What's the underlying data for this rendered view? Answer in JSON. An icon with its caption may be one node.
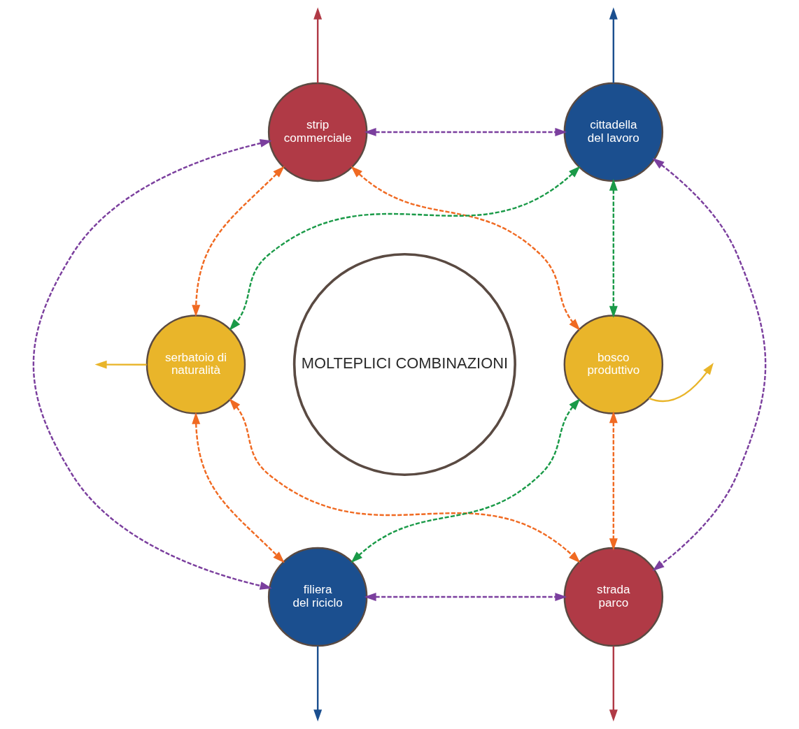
{
  "diagram": {
    "nodes": [
      {
        "text": [
          "strip commerciale"
        ]
      },
      {
        "text": [
          "cittadella del lavoro"
        ]
      },
      {
        "text": [
          "serbatoio di naturalità"
        ]
      },
      {
        "text": [
          "bosco produttivo"
        ]
      },
      {
        "text": [
          "filiera del riciclo"
        ]
      },
      {
        "text": [
          "strada parco"
        ]
      },
      {
        "text": [
          "MOLTEPLICI COMBINAZIONI"
        ]
      }
    ],
    "edges": [
      {
        "from": 0,
        "to": 1,
        "arrow": "both",
        "style": "dashed",
        "color": "#7b3f9e"
      },
      {
        "from": 0,
        "to": 4,
        "arrow": "both",
        "style": "dashed",
        "color": "#7b3f9e"
      },
      {
        "from": 1,
        "to": 5,
        "arrow": "both",
        "style": "dashed",
        "color": "#7b3f9e"
      },
      {
        "from": 4,
        "to": 5,
        "arrow": "both",
        "style": "dashed",
        "color": "#7b3f9e"
      },
      {
        "from": 0,
        "to": 2,
        "arrow": "both",
        "style": "dashed",
        "color": "#f06a22"
      },
      {
        "from": 0,
        "to": 3,
        "arrow": "both",
        "style": "dashed",
        "color": "#f06a22"
      },
      {
        "from": 2,
        "to": 4,
        "arrow": "both",
        "style": "dashed",
        "color": "#f06a22"
      },
      {
        "from": 2,
        "to": 5,
        "arrow": "both",
        "style": "dashed",
        "color": "#f06a22"
      },
      {
        "from": 3,
        "to": 5,
        "arrow": "both",
        "style": "dashed",
        "color": "#f06a22"
      },
      {
        "from": 1,
        "to": 2,
        "arrow": "both",
        "style": "dashed",
        "color": "#1a9a48"
      },
      {
        "from": 1,
        "to": 3,
        "arrow": "both",
        "style": "dashed",
        "color": "#1a9a48"
      },
      {
        "from": 3,
        "to": 4,
        "arrow": "both",
        "style": "dashed",
        "color": "#1a9a48"
      },
      {
        "from": 0,
        "to": null,
        "arrow": "to",
        "color": "#b03a46"
      },
      {
        "from": 1,
        "to": null,
        "arrow": "to",
        "color": "#1b4f8f"
      },
      {
        "from": 2,
        "to": null,
        "arrow": "to",
        "color": "#e9b52a"
      },
      {
        "from": 3,
        "to": null,
        "arrow": "to",
        "color": "#e9b52a"
      },
      {
        "from": 4,
        "to": null,
        "arrow": "to",
        "color": "#1b4f8f"
      },
      {
        "from": 5,
        "to": null,
        "arrow": "to",
        "color": "#b03a46"
      }
    ]
  }
}
